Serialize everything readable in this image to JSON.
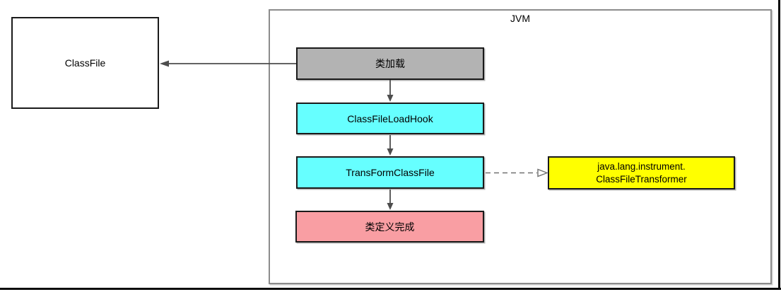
{
  "diagram": {
    "container_label": "JVM",
    "nodes": {
      "classfile": {
        "label": "ClassFile",
        "fill": "#ffffff"
      },
      "class_load": {
        "label": "类加载",
        "fill": "#b3b3b3"
      },
      "classfile_load_hook": {
        "label": "ClassFileLoadHook",
        "fill": "#66ffff"
      },
      "transform_classfile": {
        "label": "TransFormClassFile",
        "fill": "#66ffff"
      },
      "class_definition_complete": {
        "label": "类定义完成",
        "fill": "#f99ea3"
      },
      "classfile_transformer": {
        "label_line1": "java.lang.instrument.",
        "label_line2": "ClassFileTransformer",
        "fill": "#ffff00"
      }
    },
    "colors": {
      "solid_arrow": "#4d4d4d",
      "dashed_arrow": "#707070",
      "node_border": "#1a1a1a",
      "container_border": "#8c8c8c",
      "frame_line": "#0d0d0d"
    }
  }
}
